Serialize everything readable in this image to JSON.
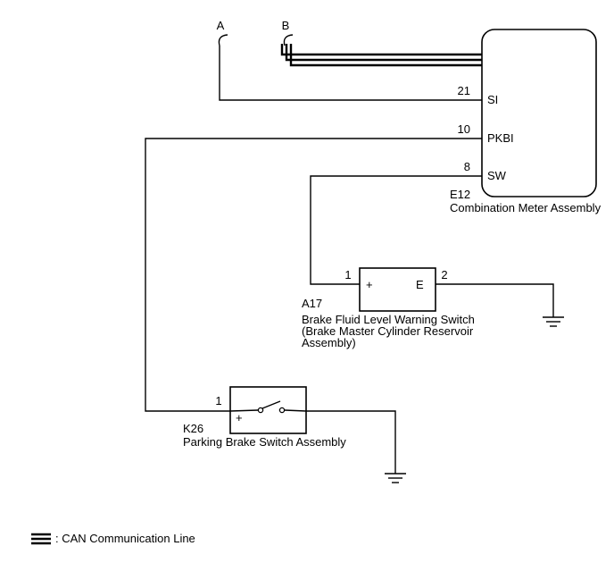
{
  "diagram": {
    "connector_a": "A",
    "connector_b": "B",
    "meter": {
      "code": "E12",
      "name": "Combination Meter Assembly",
      "pin_si": {
        "number": "21",
        "label": "SI"
      },
      "pin_pkbi": {
        "number": "10",
        "label": "PKBI"
      },
      "pin_sw": {
        "number": "8",
        "label": "SW"
      }
    },
    "fluid_switch": {
      "code": "A17",
      "name_lines": [
        "Brake Fluid Level Warning Switch",
        "(Brake Master Cylinder Reservoir",
        "Assembly)"
      ],
      "pin_1": "1",
      "pin_2": "2",
      "plus": "+",
      "e_terminal": "E"
    },
    "parking_switch": {
      "code": "K26",
      "name": "Parking Brake Switch Assembly",
      "pin_1": "1",
      "plus": "+"
    },
    "legend_can": ": CAN Communication Line",
    "colors": {
      "line": "#000000",
      "background": "#ffffff"
    }
  }
}
